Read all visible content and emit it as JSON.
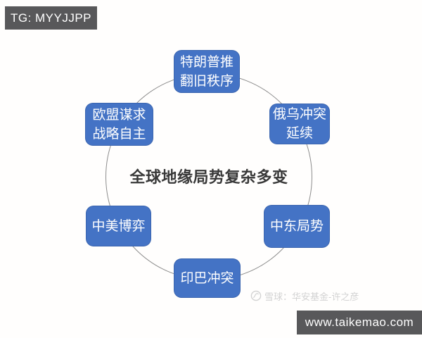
{
  "top_banner": {
    "text": "TG: MYYJJPP",
    "bg": "#58585a",
    "fg": "#ffffff"
  },
  "bottom_banner": {
    "text": "www.taikemao.com",
    "bg": "#58585a",
    "fg": "#ffffff"
  },
  "diagram": {
    "center_title": "全球地缘局势复杂多变",
    "node_color": "#4473c5",
    "node_text_color": "#ffffff",
    "circle_color": "#8c8c8c",
    "nodes": [
      {
        "id": "trump-reshapes-order",
        "label": "特朗普推翻旧秩序",
        "line1": "特朗普推",
        "line2": "翻旧秩序"
      },
      {
        "id": "russia-ukraine-conflict",
        "label": "俄乌冲突延续",
        "line1": "俄乌冲突",
        "line2": "延续"
      },
      {
        "id": "middle-east-situation",
        "label": "中东局势",
        "line1": "中东局势",
        "line2": ""
      },
      {
        "id": "india-pakistan-conflict",
        "label": "印巴冲突",
        "line1": "印巴冲突",
        "line2": ""
      },
      {
        "id": "china-us-rivalry",
        "label": "中美博弈",
        "line1": "中美博弈",
        "line2": ""
      },
      {
        "id": "eu-strategic-autonomy",
        "label": "欧盟谋求战略自主",
        "line1": "欧盟谋求",
        "line2": "战略自主"
      }
    ]
  },
  "watermark": {
    "logo": "xueqiu-snowball-logo",
    "text": "雪球：华安基金-许之彦",
    "color": "#d2d2d2"
  }
}
